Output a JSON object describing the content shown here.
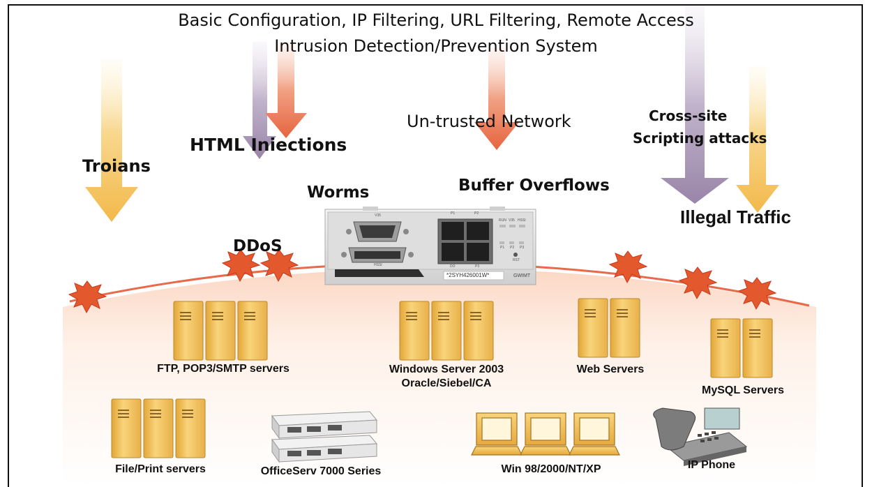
{
  "header": {
    "line1": "Basic Configuration, IP Filtering, URL Filtering, Remote Access",
    "line2": "Intrusion Detection/Prevention System"
  },
  "network_label": "Un-trusted Network",
  "threats": {
    "trojans": "Troians",
    "html_injections": "HTML Iniections",
    "worms": "Worms",
    "buffer_overflows": "Buffer Overflows",
    "xss_line1": "Cross-site",
    "xss_line2": "Scripting attacks",
    "illegal_traffic": "Illegal Traffic",
    "ddos": "DDoS"
  },
  "device": {
    "serial": "*2SYH426001W*",
    "model": "GWIMT",
    "port_labels": [
      "V35",
      "HSSI",
      "P1",
      "P2",
      "DO",
      "P3",
      "RUN",
      "V35",
      "HSSI",
      "P1",
      "P2",
      "P3",
      "RST"
    ]
  },
  "server_groups": [
    {
      "name": "ftp",
      "label_lines": [
        "FTP, POP3/SMTP servers"
      ]
    },
    {
      "name": "windows",
      "label_lines": [
        "Windows Server 2003",
        "Oracle/Siebel/CA"
      ]
    },
    {
      "name": "web",
      "label_lines": [
        "Web Servers"
      ]
    },
    {
      "name": "mysql",
      "label_lines": [
        "MySQL Servers"
      ]
    },
    {
      "name": "fileprint",
      "label_lines": [
        "File/Print servers"
      ]
    },
    {
      "name": "officeserv",
      "label_lines": [
        "OfficeServ 7000 Series"
      ]
    },
    {
      "name": "win",
      "label_lines": [
        "Win 98/2000/NT/XP"
      ]
    },
    {
      "name": "ipphone",
      "label_lines": [
        "IP Phone"
      ]
    }
  ],
  "colors": {
    "orange_arrow": "#f4c25a",
    "red_arrow": "#e9694a",
    "purple_arrow": "#a796b3",
    "arc": "#e4502a",
    "burst": "#e4582e",
    "server_tower": "#efc15a"
  }
}
